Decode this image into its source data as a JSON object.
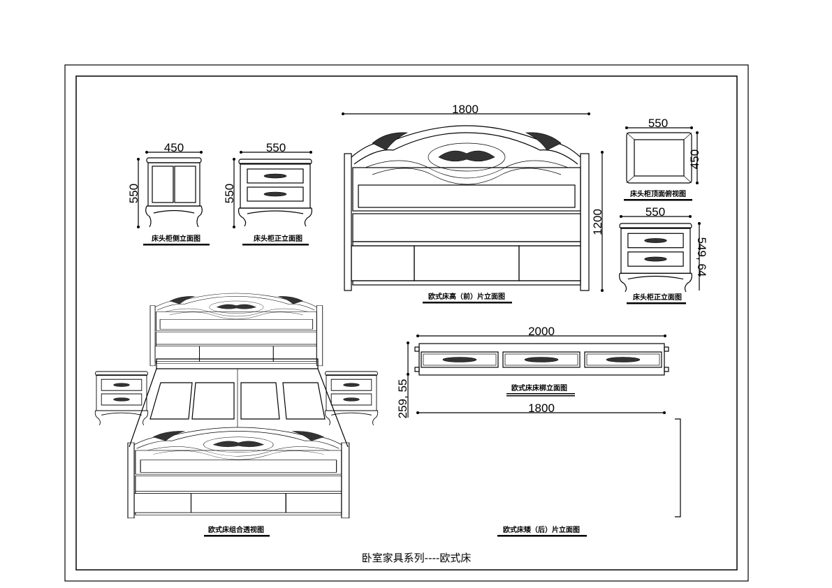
{
  "drawing_title": "卧室家具系列----欧式床",
  "views": {
    "nightstand_side": {
      "caption": "床头柜侧立面图",
      "width": "450",
      "height": "550"
    },
    "nightstand_front": {
      "caption": "床头柜正立面图",
      "width": "550",
      "height": "550"
    },
    "headboard_front": {
      "caption": "欧式床高（前）片立面图",
      "width": "1800",
      "height": "1200"
    },
    "nightstand_top": {
      "caption": "床头柜顶面俯视图",
      "width": "550",
      "depth": "450"
    },
    "nightstand_front_2": {
      "caption": "床头柜正立面图",
      "width": "550",
      "height": "549, 64"
    },
    "bed_rail": {
      "caption": "欧式床床梆立面图",
      "width": "2000",
      "height": "259, 55"
    },
    "footboard": {
      "caption": "欧式床矮（后）片立面图",
      "width": "1800"
    },
    "perspective": {
      "caption": "欧式床组合透视图"
    }
  }
}
